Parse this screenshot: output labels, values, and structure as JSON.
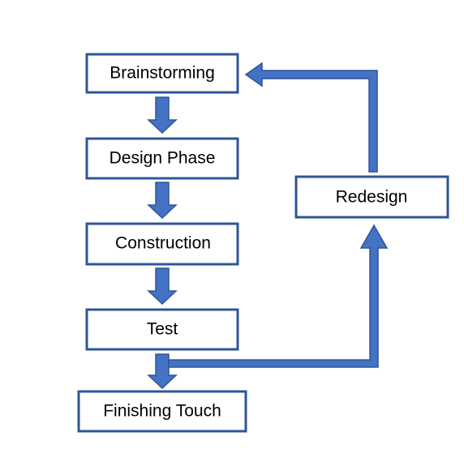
{
  "nodes": {
    "brainstorming": "Brainstorming",
    "design_phase": "Design Phase",
    "construction": "Construction",
    "test": "Test",
    "finishing_touch": "Finishing Touch",
    "redesign": "Redesign"
  },
  "colors": {
    "box_border": "#2f5597",
    "arrow_fill": "#4472c4",
    "arrow_stroke": "#2f5597"
  }
}
